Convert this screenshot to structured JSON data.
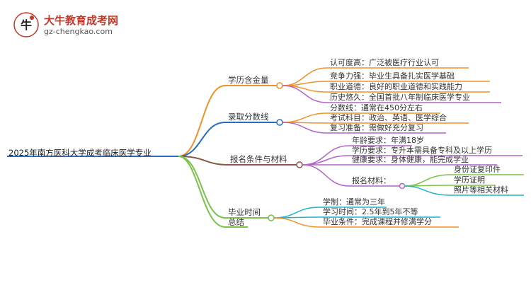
{
  "logo": {
    "title": "大牛教育成考网",
    "url": "gz-chengkao.com"
  },
  "colors": {
    "orange": "#f0922b",
    "blue": "#2a6ebb",
    "brown": "#8a5648",
    "teal": "#1fb3c8",
    "purple": "#b264c8",
    "green": "#7cc24b"
  },
  "root": "2025年南方医科大学成考临床医学专业",
  "branches": {
    "b1": {
      "label": "学历含金量",
      "items": [
        "认可度高：广泛被医疗行业认可",
        "竞争力强：毕业生具备扎实医学基础",
        "职业道德：良好的职业道德和实践能力",
        "历史悠久：全国首批八年制临床医学专业"
      ]
    },
    "b2": {
      "label": "录取分数线",
      "items": [
        "分数线：通常在450分左右",
        "考试科目：政治、英语、医学综合",
        "复习准备：需做好充分复习"
      ]
    },
    "b3": {
      "label": "报名条件与材料",
      "items": [
        "年龄要求：年满18岁",
        "学历要求：专升本需具备专科及以上学历",
        "健康要求：身体健康，能完成学业"
      ],
      "sub": {
        "label": "报名材料：",
        "items": [
          "身份证复印件",
          "学历证明",
          "照片等相关材料"
        ]
      }
    },
    "b4": {
      "label": "毕业时间",
      "items": [
        "学制：通常为三年",
        "学习时间：2.5年到5年不等",
        "毕业条件：完成课程并修满学分"
      ]
    },
    "b5": {
      "label": "总结"
    }
  }
}
